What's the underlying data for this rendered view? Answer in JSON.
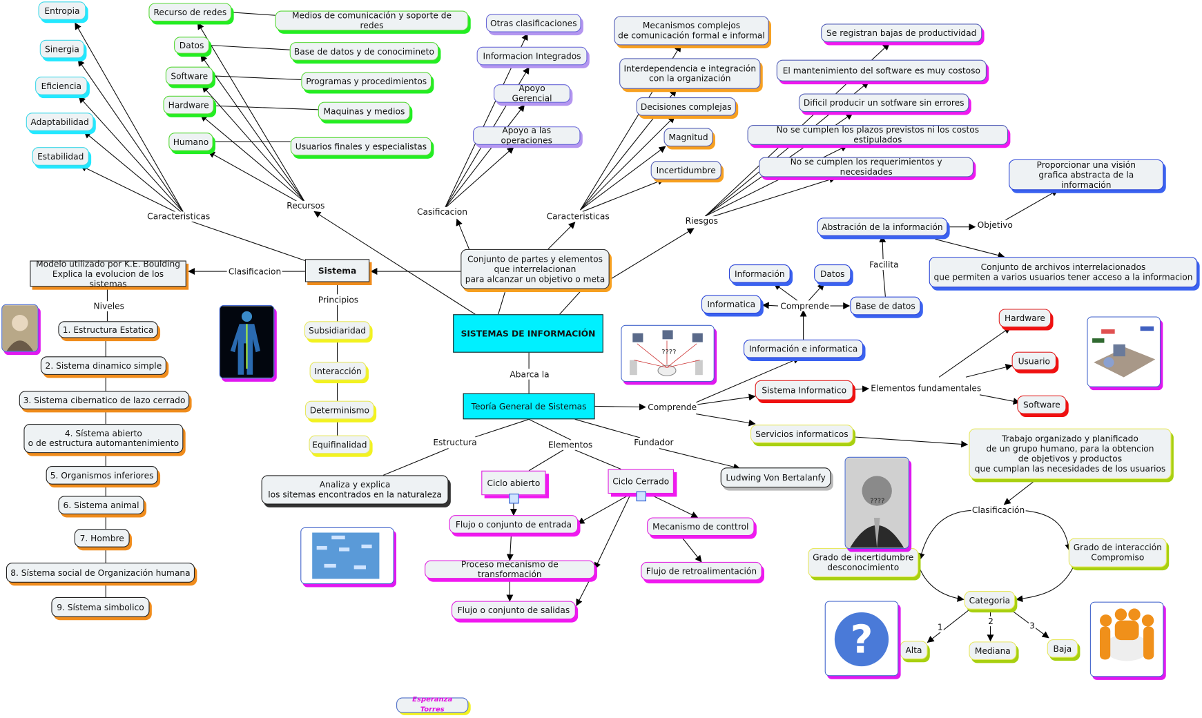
{
  "title": "SISTEMAS DE INFORMACIÓN",
  "center": {
    "definition": "Conjunto de partes y elementos\nque interrelacionan\npara alcanzar un objetivo o meta",
    "sistema": "Sistema",
    "teoria": "Teoría General de Sistemas"
  },
  "sistema_branch": {
    "caracteristicas": [
      "Entropia",
      "Sinergia",
      "Eficiencia",
      "Adaptabilidad",
      "Estabilidad"
    ],
    "recursos": [
      "Recurso de redes",
      "Datos",
      "Software",
      "Hardware",
      "Humano"
    ],
    "recursos_desc": [
      "Medios de comunicación y soporte de redes",
      "Base de datos y de conocimineto",
      "Programas y procedimientos",
      "Maquinas y medios",
      "Usuarios finales y especialistas"
    ],
    "modelo": "Modelo utilizado por K.E. Boulding\nExplica la evolucion de los sistemas",
    "niveles": [
      "1. Estructura Estatica",
      "2. Sistema dinamico simple",
      "3. Sistema cibernatico de lazo cerrado",
      "4. Sístema abierto\no de estructura automantenimiento",
      "5. Organismos inferiores",
      "6. Sistema animal",
      "7. Hombre",
      "8. Sístema social de Organización humana",
      "9. Sístema simbolico"
    ],
    "principios": [
      "Subsidiaridad",
      "Interacción",
      "Determinismo",
      "Equifinalidad"
    ]
  },
  "clasificacion_items": [
    "Otras clasificaciones",
    "Informacion Integrados",
    "Apoyo Gerencial",
    "Apoyo a las operaciones"
  ],
  "caracteristicas_si": [
    "Mecanismos complejos\nde comunicación formal e informal",
    "Interdependencia e integración\ncon la organización",
    "Decisiones complejas",
    "Magnitud",
    "Incertidumbre"
  ],
  "riesgos": [
    "Se registran bajas de productividad",
    "El mantenimiento del  software es muy costoso",
    "Dificil producir un sotfware sin errores",
    "No se cumplen los plazos previstos ni los costos estipulados",
    "No se cumplen los requerimientos y necesidades"
  ],
  "informacion_branch": {
    "proporcionar": "Proporcionar una visión\ngrafica abstracta de la información",
    "abstraccion": "Abstración de la información",
    "archivos": "Conjunto de archivos interrelacionados\nque permiten a varios usuarios tener acceso a la informacion",
    "informacion": "Información",
    "datos": "Datos",
    "informatica": "Informatica",
    "base_datos": "Base de datos",
    "info_informatica": "Información e informatica"
  },
  "sistema_informatico": {
    "label": "Sistema Informatico",
    "elementos": [
      "Hardware",
      "Usuario",
      "Software"
    ]
  },
  "servicios": {
    "label": "Servicios informaticos",
    "desc": "Trabajo organizado y planificado\nde un grupo humano, para la obtencion\nde objetivos y productos\nque cumplan las necesidades de los usuarios",
    "grado_incertidumbre": "Grado de incertidumbre\ndesconocimiento",
    "grado_interaccion": "Grado de interacción\nCompromiso",
    "categoria": "Categoria",
    "categorias": [
      "Alta",
      "Mediana",
      "Baja"
    ]
  },
  "teoria_branch": {
    "analiza": "Analiza y explica\nlos sitemas encontrados en la naturaleza",
    "ciclo_abierto": "Ciclo abierto",
    "ciclo_cerrado": "Ciclo Cerrado",
    "entrada": "Flujo o conjunto de entrada",
    "proceso": "Proceso mecanismo de transformación",
    "salidas": "Flujo o conjunto de salidas",
    "control": "Mecanismo de conttrol",
    "retro": "Flujo de retroalimentación",
    "fundador": "Ludwing Von Bertalanfy"
  },
  "link_labels": {
    "caracteristicas": "Caracteristicas",
    "recursos": "Recursos",
    "casificacion": "Casificacion",
    "caracteristicas2": "Caracteristicas",
    "riesgos": "Riesgos",
    "clasificacion": "Clasificacion",
    "niveles": "Niveles",
    "principios": "Principios",
    "abarca": "Abarca la",
    "comprende": "Comprende",
    "estructura": "Estructura",
    "elementos": "Elementos",
    "fundador": "Fundador",
    "objetivo": "Objetivo",
    "facilita": "Facilita",
    "comprende2": "Comprende",
    "elementos_fund": "Elementos fundamentales",
    "clasificacion2": "Clasificación",
    "n1": "1",
    "n2": "2",
    "n3": "3"
  },
  "image_captions": {
    "network": "????",
    "portrait": "????"
  },
  "author": "Esperanza Torres"
}
